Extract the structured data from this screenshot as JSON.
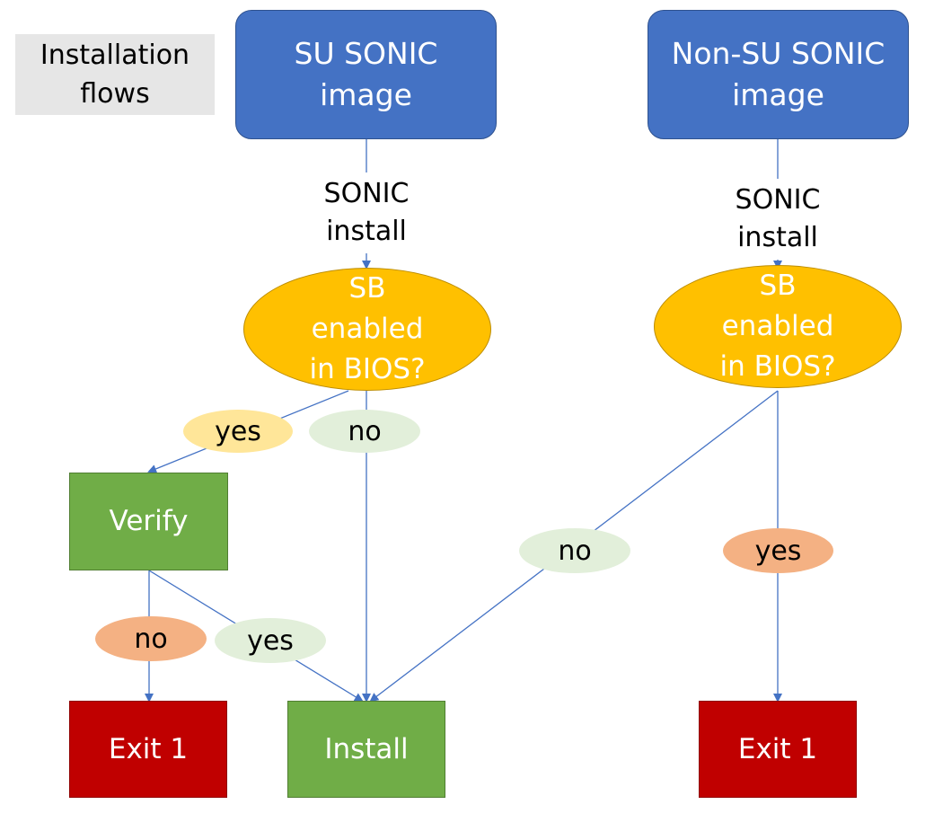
{
  "title": "Installation flows",
  "nodes": {
    "su_image": "SU SONIC image",
    "non_su_image": "Non-SU SONIC image",
    "install_label_left": "SONIC install",
    "install_label_right": "SONIC install",
    "sb_check_left": "SB enabled in BIOS?",
    "sb_check_right": "SB enabled in BIOS?",
    "verify": "Verify",
    "exit_left": "Exit 1",
    "install": "Install",
    "exit_right": "Exit 1"
  },
  "branch_labels": {
    "left_sb_yes": "yes",
    "left_sb_no": "no",
    "verify_no": "no",
    "verify_yes": "yes",
    "right_sb_no": "no",
    "right_sb_yes": "yes"
  },
  "colors": {
    "start_node": "#4472c4",
    "decision": "#ffc000",
    "process": "#70ad47",
    "error": "#c00000",
    "connector": "#4472c4"
  }
}
